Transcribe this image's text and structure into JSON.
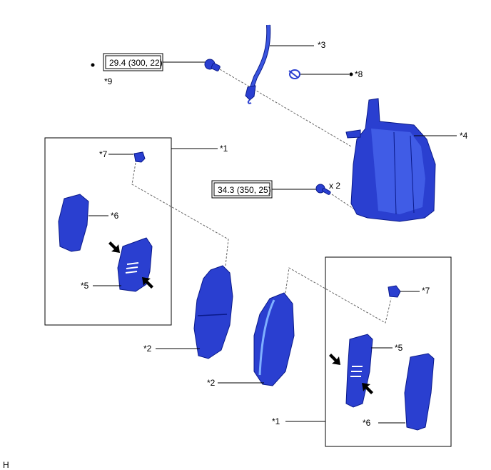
{
  "torque_specs": [
    {
      "value": "29.4 (300, 22)"
    },
    {
      "value": "34.3 (350, 25)",
      "quantity": "x 2"
    }
  ],
  "callouts": {
    "c1": "*1",
    "c2": "*2",
    "c3": "*3",
    "c4": "*4",
    "c5": "*5",
    "c6": "*6",
    "c7": "*7",
    "c8": "*8",
    "c9": "*9"
  },
  "figure_code": "H",
  "colors": {
    "part": "#2a3fd0",
    "part_outline": "#0a1a8a"
  }
}
